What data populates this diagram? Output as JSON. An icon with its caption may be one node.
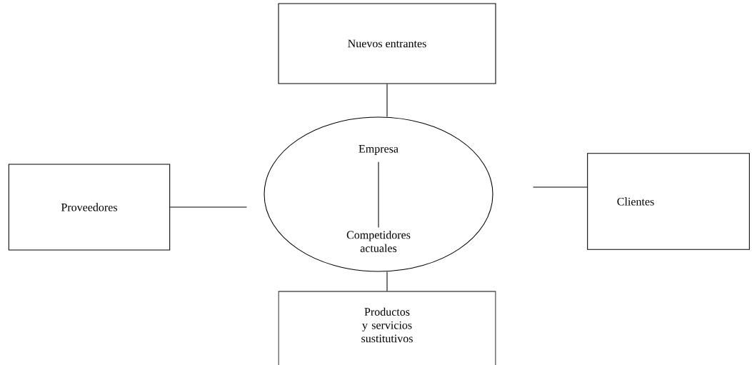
{
  "diagram": {
    "nodes": [
      {
        "text": [
          "Nuevos entrantes"
        ]
      },
      {
        "text": [
          "Proveedores"
        ]
      },
      {
        "text": [],
        "shape": "ellipse"
      },
      {
        "text": [
          "Empresa"
        ],
        "in": 2
      },
      {
        "text": [
          "Competidores actuales"
        ],
        "in": 2
      },
      {
        "text": [
          "Clientes"
        ]
      },
      {
        "text": [
          "Productos y servicios sustitutivos"
        ]
      }
    ],
    "edges": [
      {
        "from": 0,
        "to": 2,
        "arrow": "none"
      },
      {
        "from": 1,
        "to": 2,
        "arrow": "none"
      },
      {
        "from": 3,
        "to": 4,
        "arrow": "none"
      },
      {
        "from": 2,
        "to": 5,
        "arrow": "none"
      },
      {
        "from": 2,
        "to": 6,
        "arrow": "none"
      }
    ]
  }
}
